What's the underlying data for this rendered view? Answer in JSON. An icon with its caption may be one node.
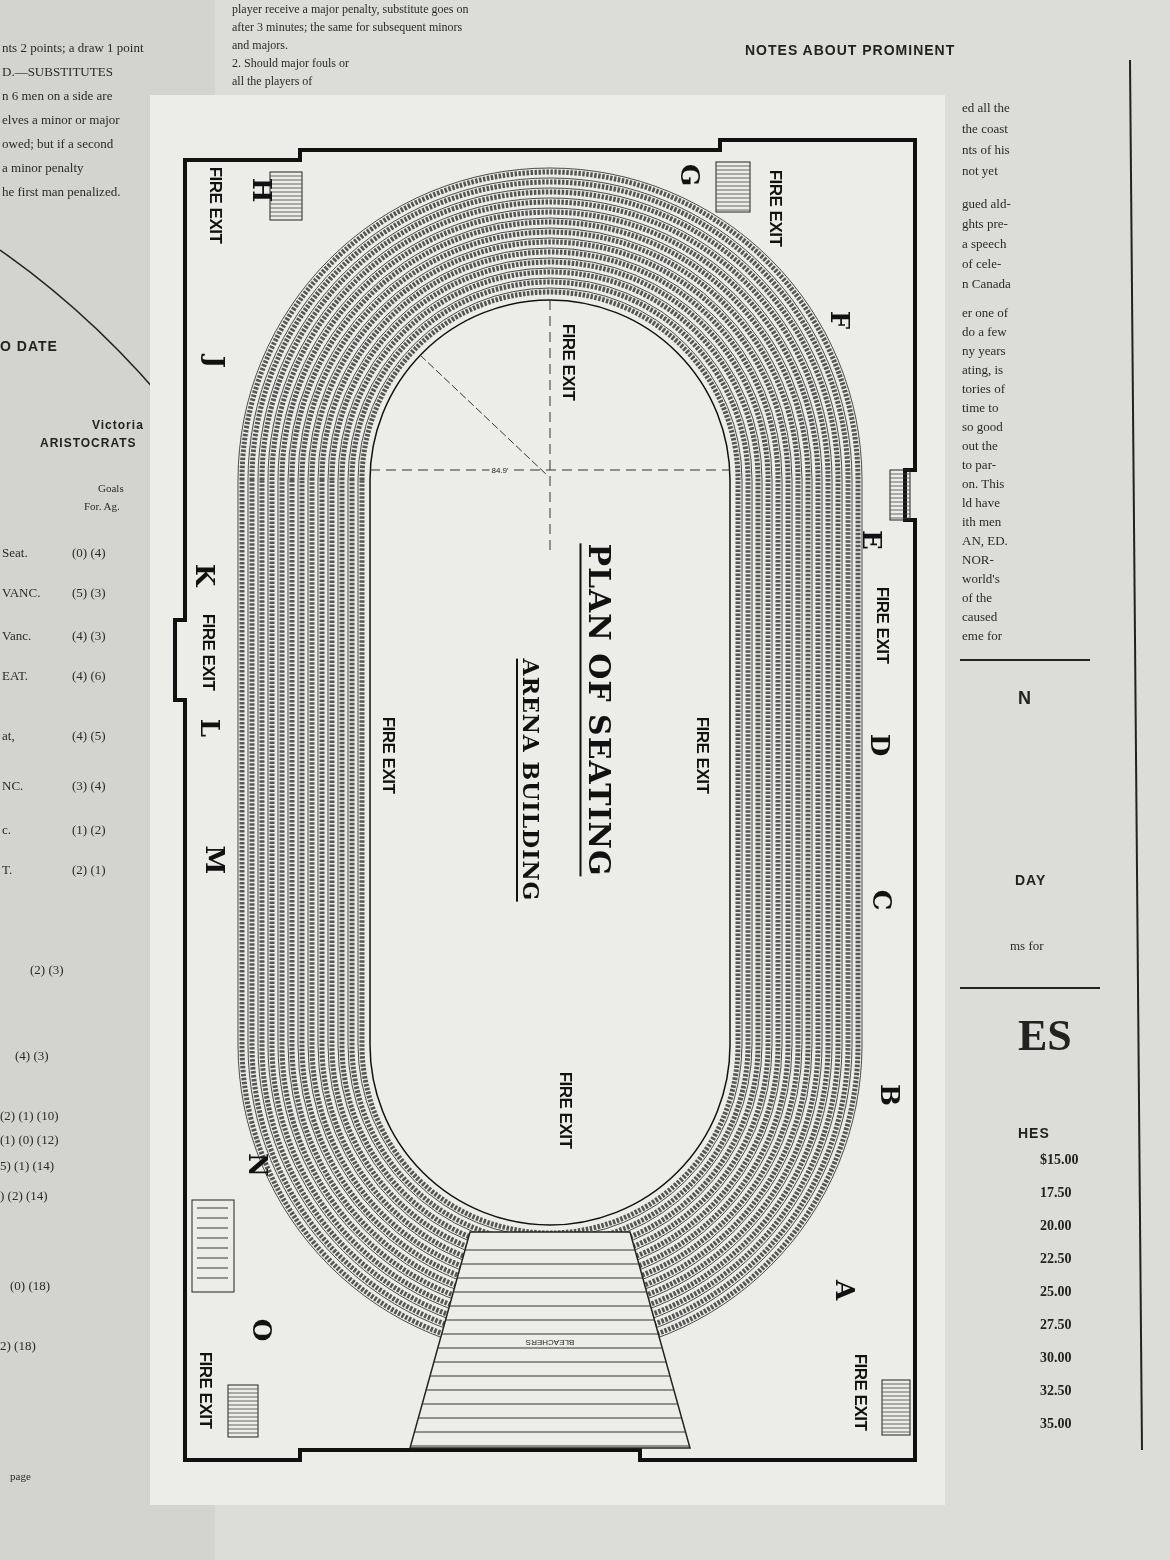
{
  "diagram": {
    "title": "PLAN OF SEATING",
    "labels": [
      "nts 2 points; a draw 1 point",
      "D.—SUBSTITUTES",
      "n 6 men on a side are",
      "elves a minor or major",
      "owed; but if a second",
      "a minor penalty",
      "he first man penalized.",
      "O DATE",
      "Victoria",
      "ARISTOCRATS",
      "Goals",
      "For. Ag.",
      "Seat.",
      "(0) (4)",
      "VANC.",
      "(5) (3)",
      "Vanc.",
      "(4) (3)",
      "EAT.",
      "(4) (6)",
      "at,",
      "(4) (5)",
      "NC.",
      "(3) (4)",
      "c.",
      "(1) (2)",
      "T.",
      "(2) (1)",
      "(2) (3)",
      "(4) (3)",
      "(2) (1) (10)",
      "(1) (0) (12)",
      "5) (1) (14)",
      ") (2) (14)",
      "(0) (18)",
      "2) (18)",
      "page",
      "player receive a major penalty, substitute goes on",
      "after 3 minutes; the same for subsequent minors",
      "and majors.",
      "2. Should major fouls or",
      "all the players of",
      "NOTES ABOUT PROMINENT",
      "FIRE EXIT",
      "H",
      "G",
      "FIRE EXIT",
      "FIRE EXIT",
      "F",
      "J",
      "84.9'",
      "E",
      "FIRE EXIT",
      "K",
      "FIRE EXIT",
      "L",
      "ARENA BUILDING",
      "FIRE EXIT",
      "FIRE EXIT",
      "D",
      "M",
      "C",
      "B",
      "FIRE EXIT",
      "N",
      "O",
      "A",
      "FIRE EXIT",
      "FIRE EXIT",
      "BLEACHERS",
      "ed all the",
      "the coast",
      "nts of his",
      "not yet",
      "gued ald-",
      "ghts pre-",
      "a speech",
      "of cele-",
      "n Canada",
      "er one of",
      "do a few",
      "ny years",
      "ating, is",
      "tories of",
      "time to",
      "so good",
      "out the",
      "to par-",
      "on. This",
      "ld have",
      "ith men",
      "AN, ED.",
      "NOR-",
      "world's",
      "of the",
      "caused",
      "eme for",
      "N",
      "DAY",
      "ms for",
      "ES",
      "HES",
      "$15.00",
      "17.50",
      "20.00",
      "22.50",
      "25.00",
      "27.50",
      "30.00",
      "32.50",
      "35.00"
    ]
  }
}
